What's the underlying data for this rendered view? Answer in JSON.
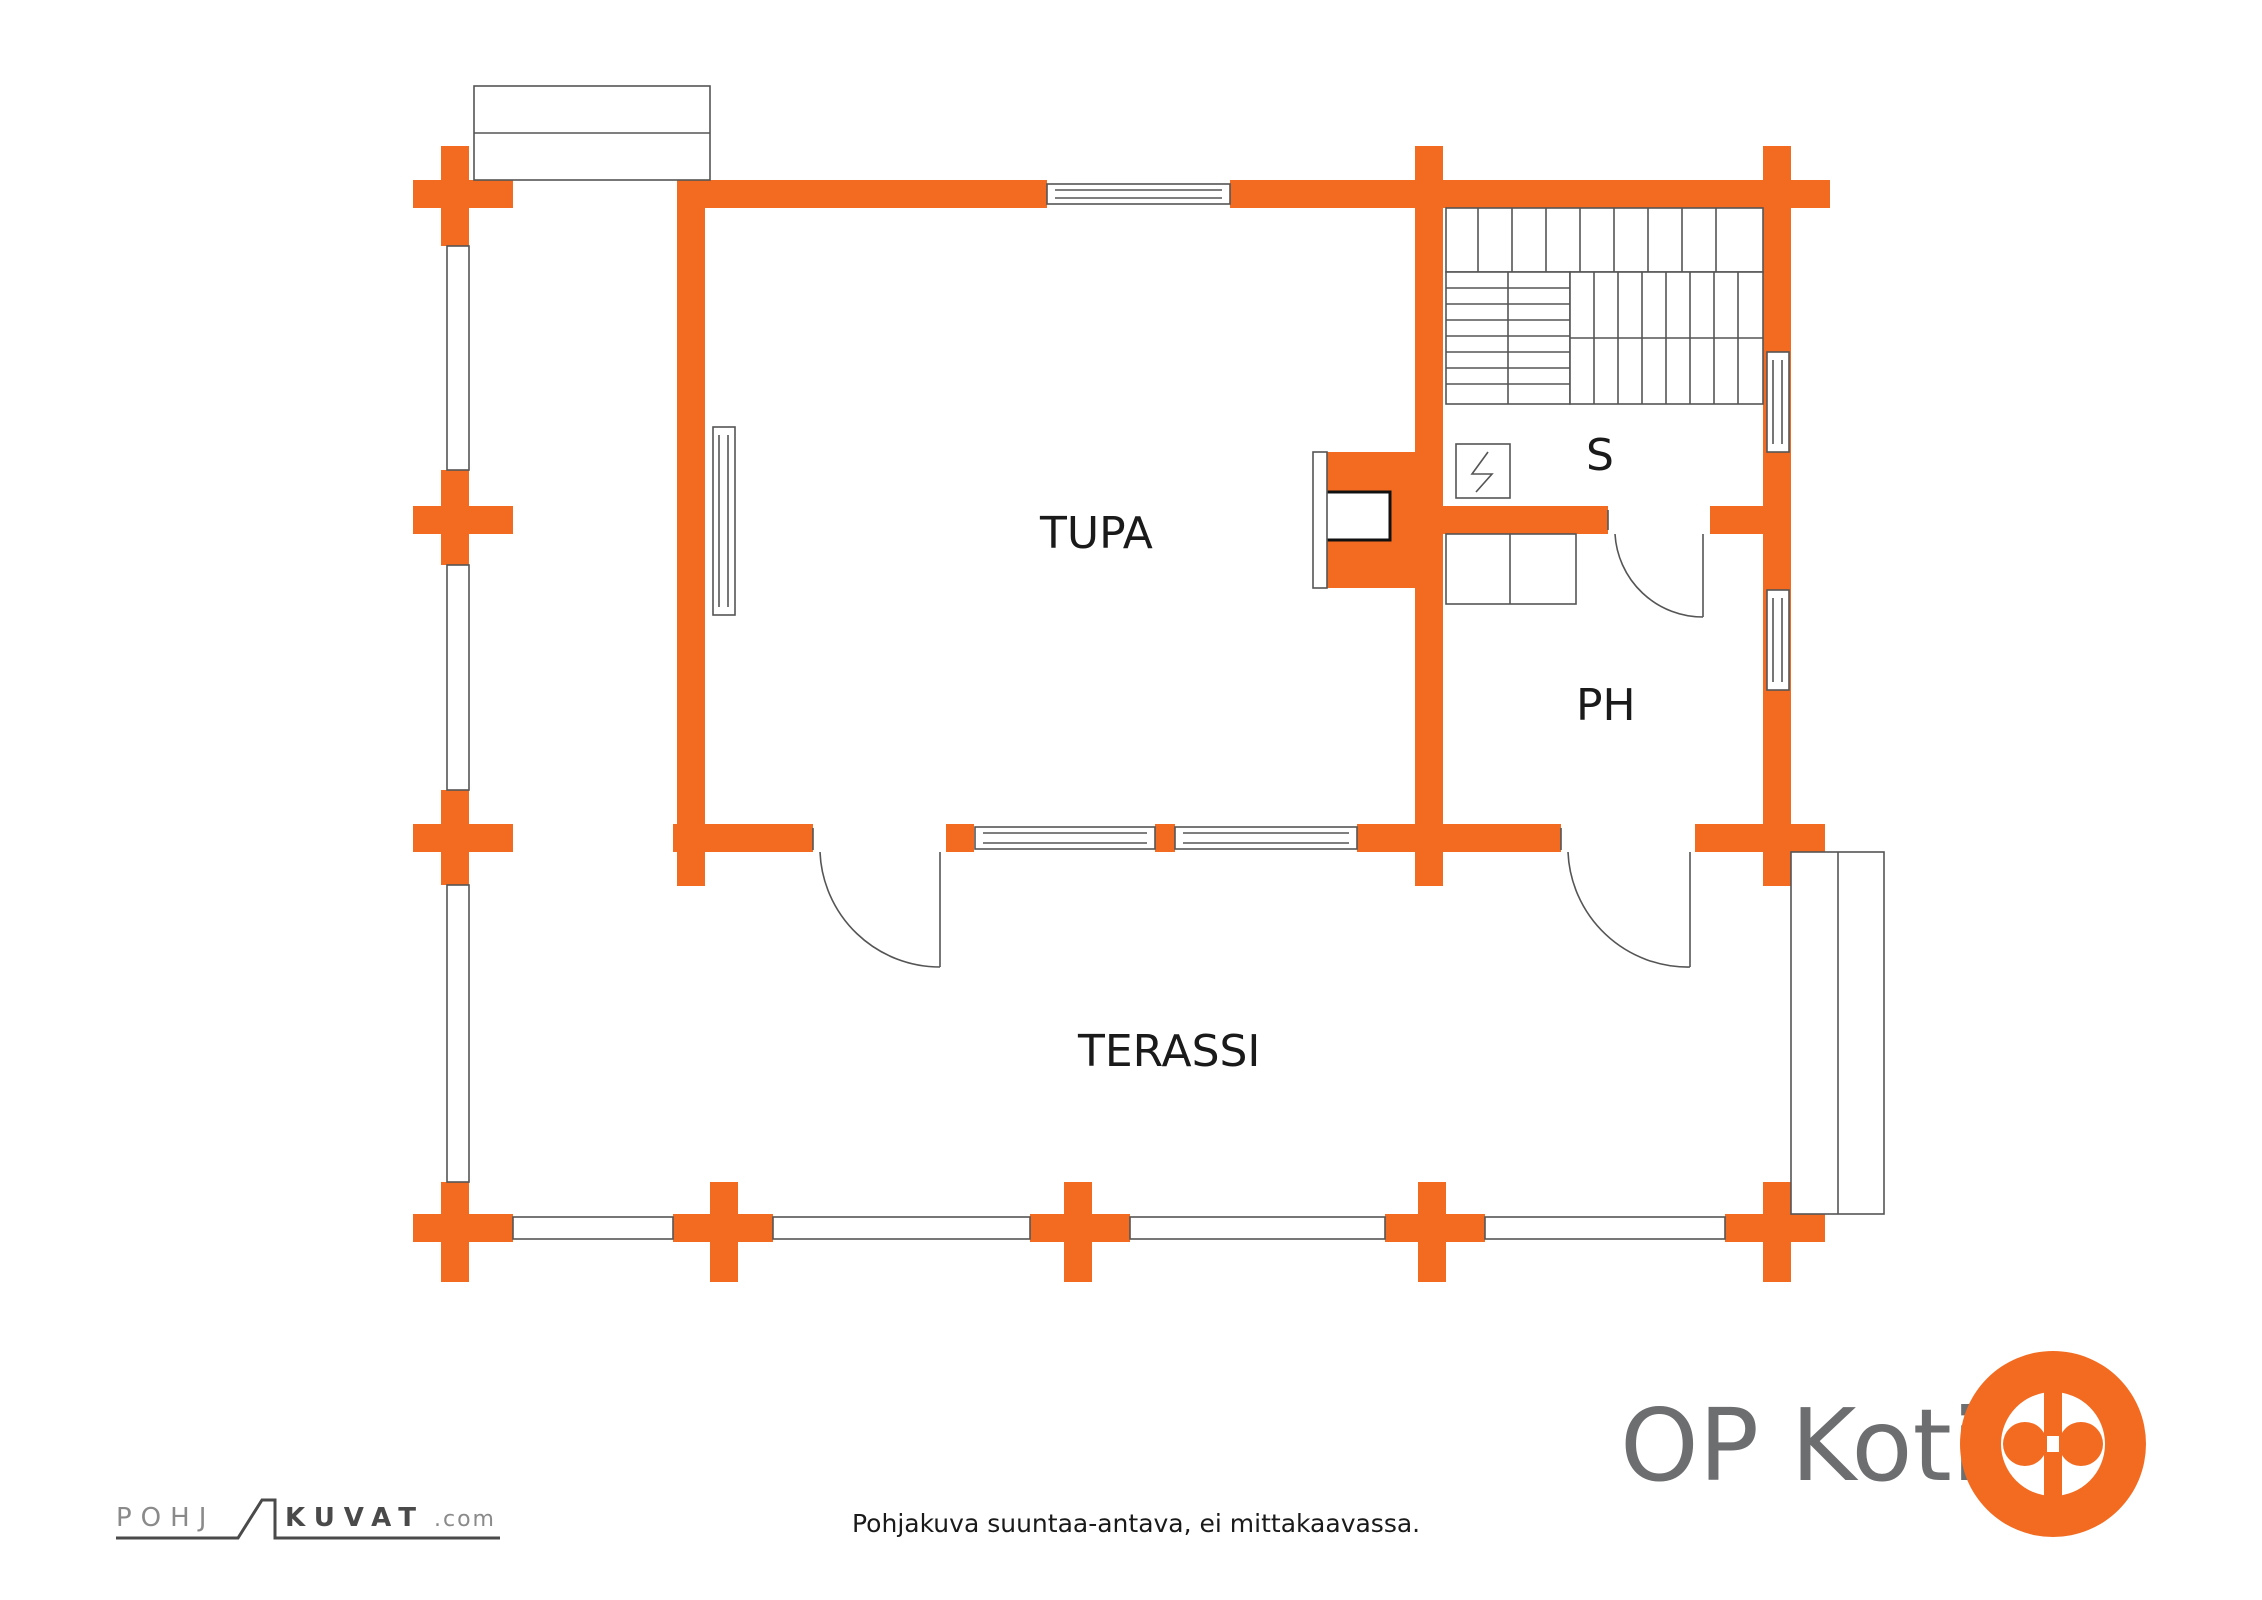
{
  "rooms": {
    "tupa": "TUPA",
    "s": "S",
    "ph": "PH",
    "terassi": "TERASSI"
  },
  "footer": {
    "note": "Pohjakuva suuntaa-antava, ei mittakaavassa.",
    "pohjakuvat_part1": "POHJ",
    "pohjakuvat_part2": "KUVAT",
    "pohjakuvat_part3": ".com"
  },
  "brand": {
    "name": "OP Koti",
    "logo_color": "#f26b21"
  },
  "colors": {
    "wall": "#f26b21",
    "line": "#555555"
  }
}
